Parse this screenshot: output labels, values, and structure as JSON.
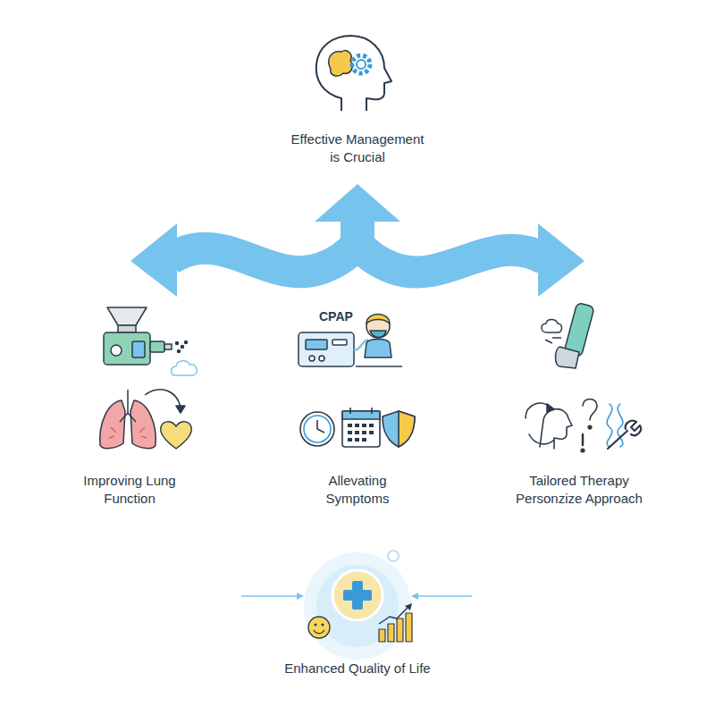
{
  "diagram": {
    "nodes": [
      {
        "text": [
          "Enhanced Quality of Life"
        ]
      }
    ],
    "labels": [
      "Effective Management is Crucial",
      "CPAP",
      "Improving Lung Function",
      "Allevating Symptoms",
      "Tailored Therapy Personzize Approach"
    ]
  }
}
